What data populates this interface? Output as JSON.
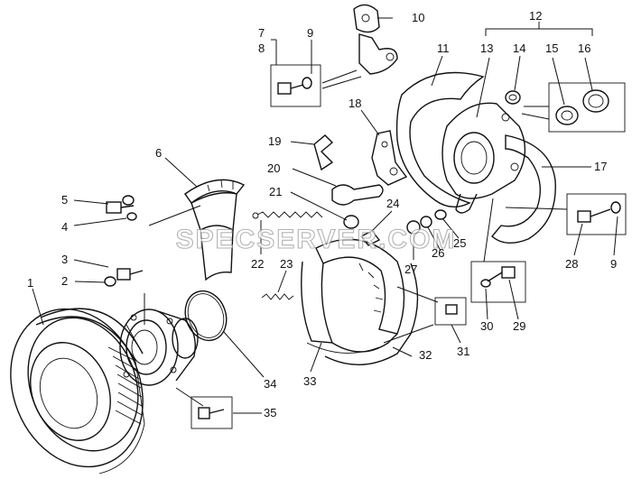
{
  "watermark": "SPECSERVER.COM",
  "callouts": [
    {
      "id": "c1",
      "text": "1"
    },
    {
      "id": "c2",
      "text": "2"
    },
    {
      "id": "c3",
      "text": "3"
    },
    {
      "id": "c4",
      "text": "4"
    },
    {
      "id": "c5",
      "text": "5"
    },
    {
      "id": "c6",
      "text": "6"
    },
    {
      "id": "c7",
      "text": "7"
    },
    {
      "id": "c8",
      "text": "8"
    },
    {
      "id": "c9a",
      "text": "9"
    },
    {
      "id": "c9b",
      "text": "9"
    },
    {
      "id": "c10",
      "text": "10"
    },
    {
      "id": "c11",
      "text": "11"
    },
    {
      "id": "c12",
      "text": "12"
    },
    {
      "id": "c13",
      "text": "13"
    },
    {
      "id": "c14",
      "text": "14"
    },
    {
      "id": "c15",
      "text": "15"
    },
    {
      "id": "c16",
      "text": "16"
    },
    {
      "id": "c17",
      "text": "17"
    },
    {
      "id": "c18",
      "text": "18"
    },
    {
      "id": "c19",
      "text": "19"
    },
    {
      "id": "c20",
      "text": "20"
    },
    {
      "id": "c21",
      "text": "21"
    },
    {
      "id": "c22",
      "text": "22"
    },
    {
      "id": "c23",
      "text": "23"
    },
    {
      "id": "c24",
      "text": "24"
    },
    {
      "id": "c25",
      "text": "25"
    },
    {
      "id": "c26",
      "text": "26"
    },
    {
      "id": "c27",
      "text": "27"
    },
    {
      "id": "c28",
      "text": "28"
    },
    {
      "id": "c29",
      "text": "29"
    },
    {
      "id": "c30",
      "text": "30"
    },
    {
      "id": "c31",
      "text": "31"
    },
    {
      "id": "c32",
      "text": "32"
    },
    {
      "id": "c33",
      "text": "33"
    },
    {
      "id": "c34",
      "text": "34"
    },
    {
      "id": "c35",
      "text": "35"
    }
  ]
}
